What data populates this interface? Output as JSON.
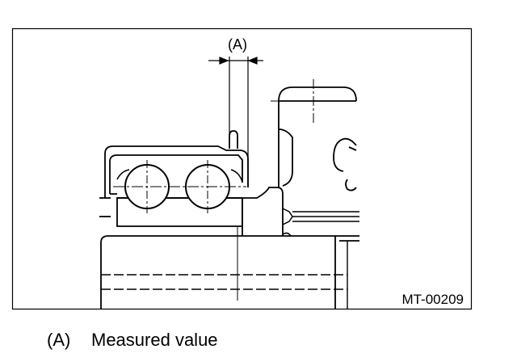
{
  "figure": {
    "dimension_label": "(A)",
    "figure_code": "MT-00209"
  },
  "caption": {
    "key": "(A)",
    "text": "Measured value"
  }
}
